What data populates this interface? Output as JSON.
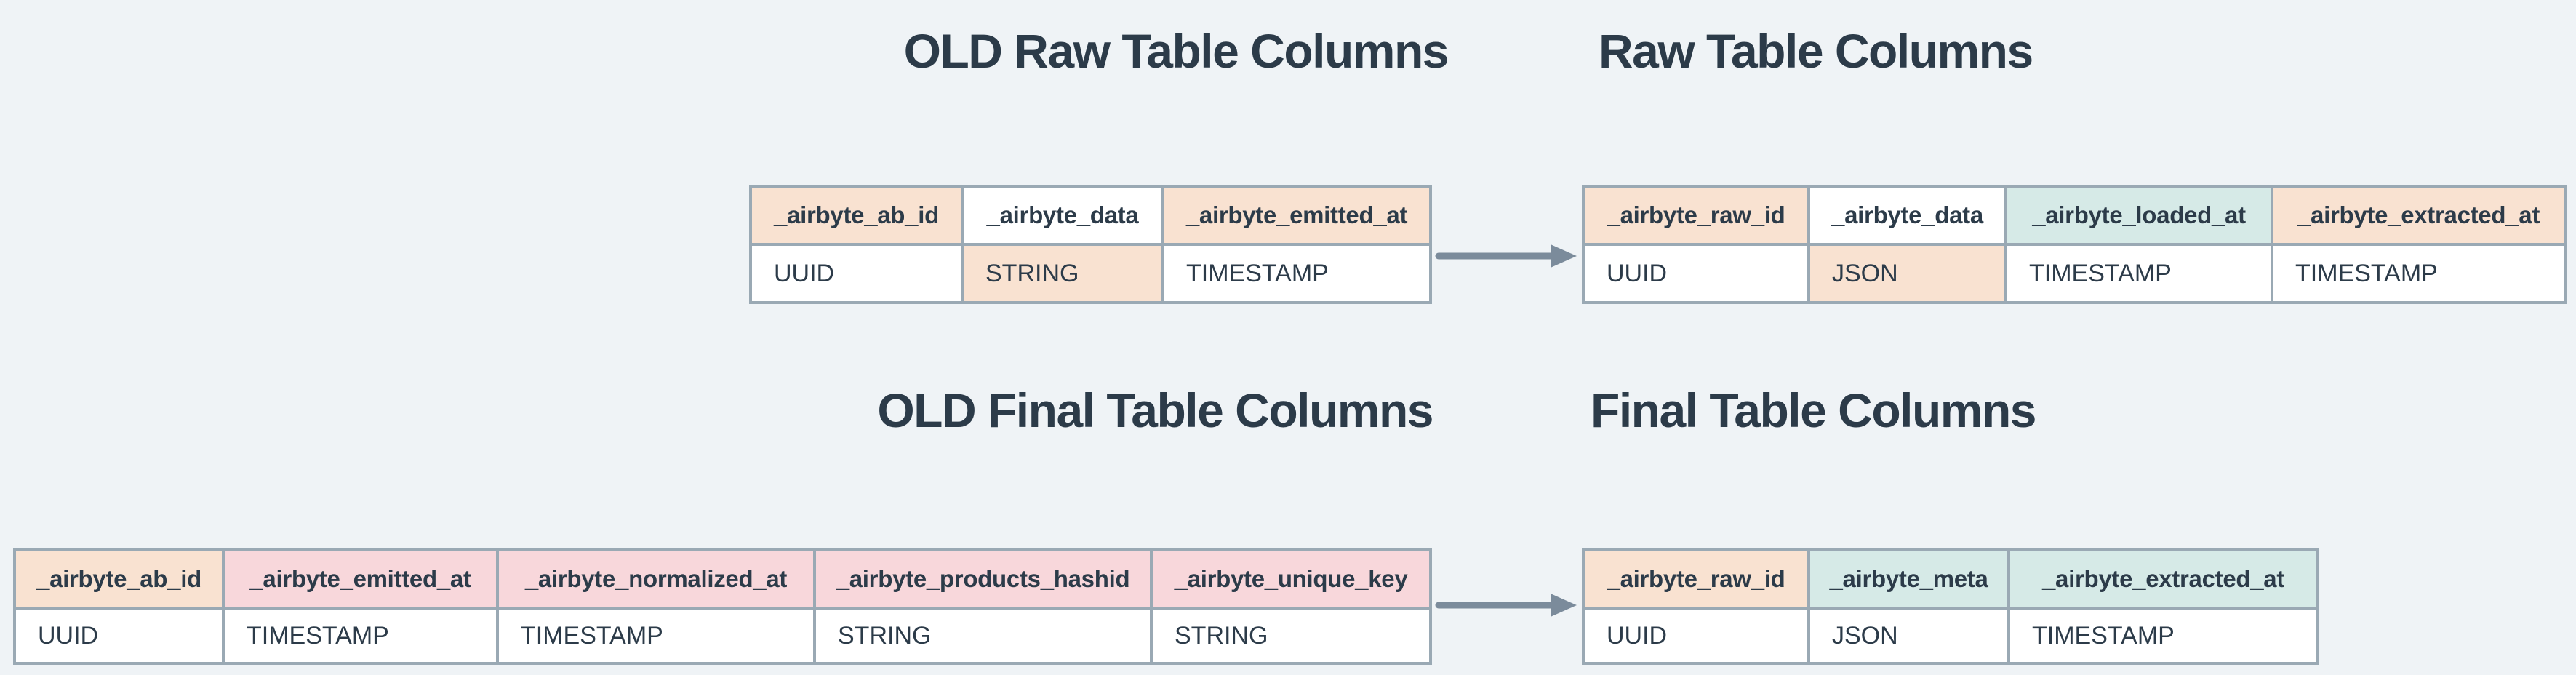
{
  "colors": {
    "page-bg": "#eff3f6",
    "peach": "#f9e2d1",
    "pink": "#f8d7db",
    "teal": "#d6eae7",
    "white": "#ffffff",
    "border": "#9aa9b4",
    "text": "#2c3b49",
    "arrow": "#7b8b9b"
  },
  "titles": {
    "old_raw": "OLD Raw Table Columns",
    "raw": "Raw Table Columns",
    "old_final": "OLD Final Table Columns",
    "final": "Final Table Columns"
  },
  "tables": {
    "old_raw": {
      "columns": [
        {
          "name": "_airbyte_ab_id",
          "type": "UUID",
          "header_bg": "peach",
          "type_bg": "white"
        },
        {
          "name": "_airbyte_data",
          "type": "STRING",
          "header_bg": "white",
          "type_bg": "peach"
        },
        {
          "name": "_airbyte_emitted_at",
          "type": "TIMESTAMP",
          "header_bg": "peach",
          "type_bg": "white"
        }
      ]
    },
    "raw": {
      "columns": [
        {
          "name": "_airbyte_raw_id",
          "type": "UUID",
          "header_bg": "peach",
          "type_bg": "white"
        },
        {
          "name": "_airbyte_data",
          "type": "JSON",
          "header_bg": "white",
          "type_bg": "peach"
        },
        {
          "name": "_airbyte_loaded_at",
          "type": "TIMESTAMP",
          "header_bg": "teal",
          "type_bg": "white"
        },
        {
          "name": "_airbyte_extracted_at",
          "type": "TIMESTAMP",
          "header_bg": "peach",
          "type_bg": "white"
        }
      ]
    },
    "old_final": {
      "columns": [
        {
          "name": "_airbyte_ab_id",
          "type": "UUID",
          "header_bg": "peach",
          "type_bg": "white"
        },
        {
          "name": "_airbyte_emitted_at",
          "type": "TIMESTAMP",
          "header_bg": "pink",
          "type_bg": "white"
        },
        {
          "name": "_airbyte_normalized_at",
          "type": "TIMESTAMP",
          "header_bg": "pink",
          "type_bg": "white"
        },
        {
          "name": "_airbyte_products_hashid",
          "type": "STRING",
          "header_bg": "pink",
          "type_bg": "white"
        },
        {
          "name": "_airbyte_unique_key",
          "type": "STRING",
          "header_bg": "pink",
          "type_bg": "white"
        }
      ]
    },
    "final": {
      "columns": [
        {
          "name": "_airbyte_raw_id",
          "type": "UUID",
          "header_bg": "peach",
          "type_bg": "white"
        },
        {
          "name": "_airbyte_meta",
          "type": "JSON",
          "header_bg": "teal",
          "type_bg": "white"
        },
        {
          "name": "_airbyte_extracted_at",
          "type": "TIMESTAMP",
          "header_bg": "teal",
          "type_bg": "white"
        }
      ]
    }
  }
}
